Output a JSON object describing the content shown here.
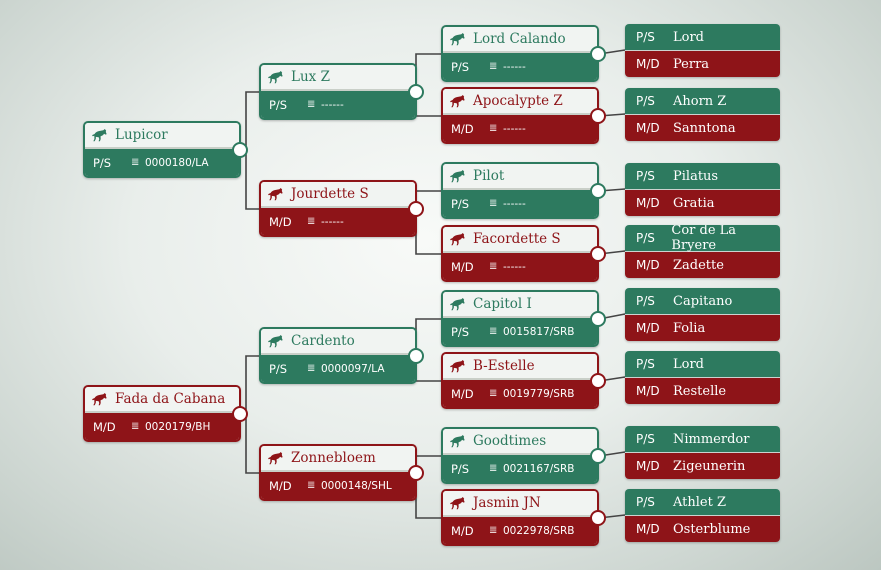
{
  "labels": {
    "sire": "P/S",
    "dam": "M/D",
    "list_icon": "≣"
  },
  "colors": {
    "male": "#2d7a5f",
    "female": "#8e1418",
    "line": "#444444"
  },
  "subjects": [
    {
      "name": "Lupicor",
      "sex": "P/S",
      "reg": "0000180/LA",
      "gender": "male"
    },
    {
      "name": "Fada da Cabana",
      "sex": "M/D",
      "reg": "0020179/BH",
      "gender": "female"
    }
  ],
  "parents": [
    {
      "name": "Lux Z",
      "sex": "P/S",
      "reg": "------",
      "gender": "male"
    },
    {
      "name": "Jourdette S",
      "sex": "M/D",
      "reg": "------",
      "gender": "female"
    },
    {
      "name": "Cardento",
      "sex": "P/S",
      "reg": "0000097/LA",
      "gender": "male"
    },
    {
      "name": "Zonnebloem",
      "sex": "M/D",
      "reg": "0000148/SHL",
      "gender": "female"
    }
  ],
  "grandparents": [
    {
      "name": "Lord Calando",
      "sex": "P/S",
      "reg": "------",
      "gender": "male"
    },
    {
      "name": "Apocalypte Z",
      "sex": "M/D",
      "reg": "------",
      "gender": "female"
    },
    {
      "name": "Pilot",
      "sex": "P/S",
      "reg": "------",
      "gender": "male"
    },
    {
      "name": "Facordette S",
      "sex": "M/D",
      "reg": "------",
      "gender": "female"
    },
    {
      "name": "Capitol I",
      "sex": "P/S",
      "reg": "0015817/SRB",
      "gender": "male"
    },
    {
      "name": "B-Estelle",
      "sex": "M/D",
      "reg": "0019779/SRB",
      "gender": "female"
    },
    {
      "name": "Goodtimes",
      "sex": "P/S",
      "reg": "0021167/SRB",
      "gender": "male"
    },
    {
      "name": "Jasmin JN",
      "sex": "M/D",
      "reg": "0022978/SRB",
      "gender": "female"
    }
  ],
  "great_grandparents": [
    {
      "sire": "Lord",
      "dam": "Perra"
    },
    {
      "sire": "Ahorn Z",
      "dam": "Sanntona"
    },
    {
      "sire": "Pilatus",
      "dam": "Gratia"
    },
    {
      "sire": "Cor de La Bryere",
      "dam": "Zadette"
    },
    {
      "sire": "Capitano",
      "dam": "Folia"
    },
    {
      "sire": "Lord",
      "dam": "Restelle"
    },
    {
      "sire": "Nimmerdor",
      "dam": "Zigeunerin"
    },
    {
      "sire": "Athlet Z",
      "dam": "Osterblume"
    }
  ]
}
